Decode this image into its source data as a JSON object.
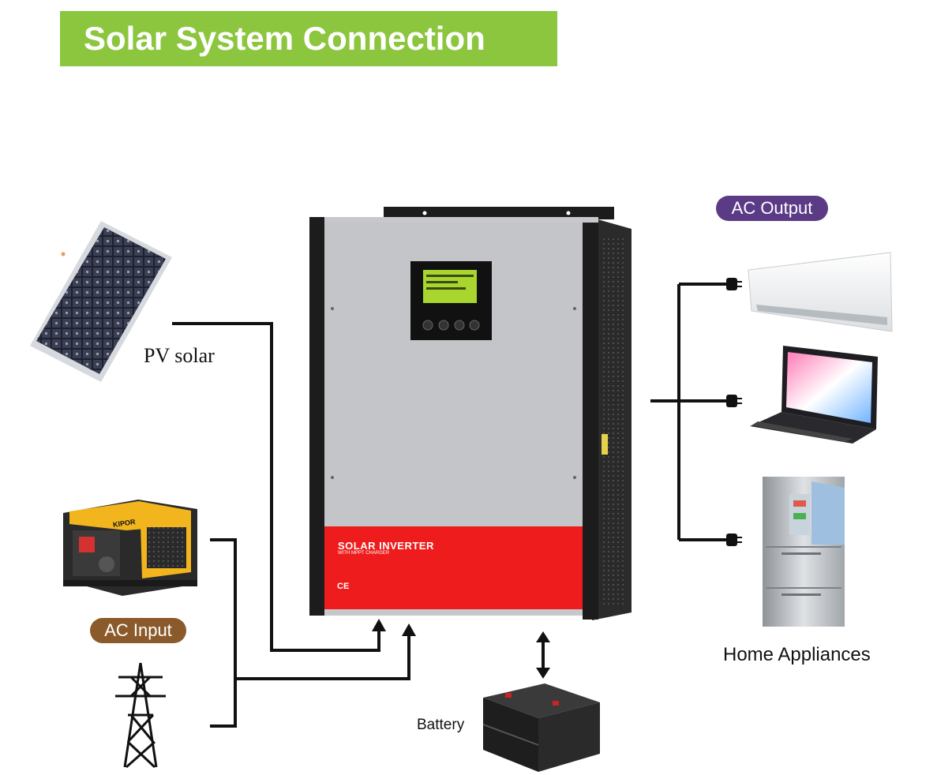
{
  "title": "Solar System Connection",
  "labels": {
    "pv_solar": "PV solar",
    "ac_output": "AC Output",
    "ac_input": "AC Input",
    "home_appliances": "Home Appliances",
    "battery": "Battery"
  },
  "inverter": {
    "brand": "SOLAR INVERTER",
    "subtitle": "WITH MPPT CHARGER",
    "mark": "CE"
  },
  "generator": {
    "brand": "KIPOR"
  },
  "colors": {
    "title_banner": "#8cc63f",
    "ac_output_pill": "#5b3a86",
    "ac_input_pill": "#8a5a2b",
    "inverter_red": "#ee1c1c",
    "wire": "#111111"
  },
  "icons": [
    "solar-panel-icon",
    "generator-icon",
    "power-tower-icon",
    "inverter-icon",
    "battery-icon",
    "air-conditioner-icon",
    "laptop-icon",
    "refrigerator-icon",
    "plug-icon"
  ]
}
